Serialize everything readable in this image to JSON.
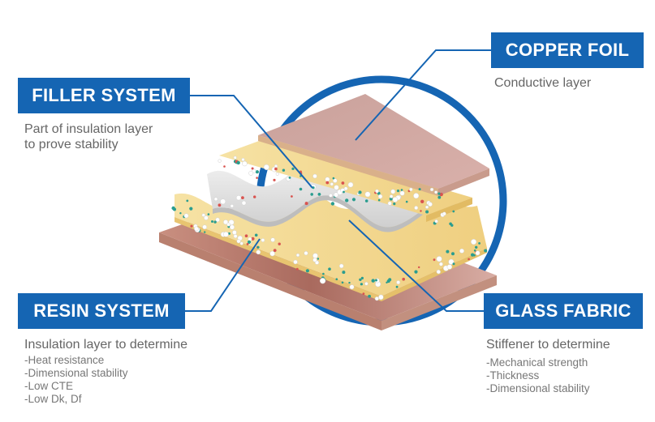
{
  "colors": {
    "accent": "#1565b3",
    "caption_text": "#666666",
    "copper": "#c99e96",
    "resin_yellow": "#f2d98c",
    "glass_fabric": "#e3e3e3"
  },
  "labels": {
    "copper_foil": {
      "title": "COPPER FOIL",
      "caption": "Conductive layer",
      "items": []
    },
    "filler_system": {
      "title": "FILLER SYSTEM",
      "caption_lines": [
        "Part of insulation layer",
        "to prove stability"
      ],
      "items": []
    },
    "resin_system": {
      "title": "RESIN SYSTEM",
      "caption": "Insulation layer to determine",
      "items": [
        "-Heat resistance",
        "-Dimensional stability",
        "-Low CTE",
        "-Low Dk, Df"
      ]
    },
    "glass_fabric": {
      "title": "GLASS FABRIC",
      "caption": "Stiffener to determine",
      "items": [
        "-Mechanical strength",
        "-Thickness",
        "-Dimensional stability"
      ]
    }
  }
}
